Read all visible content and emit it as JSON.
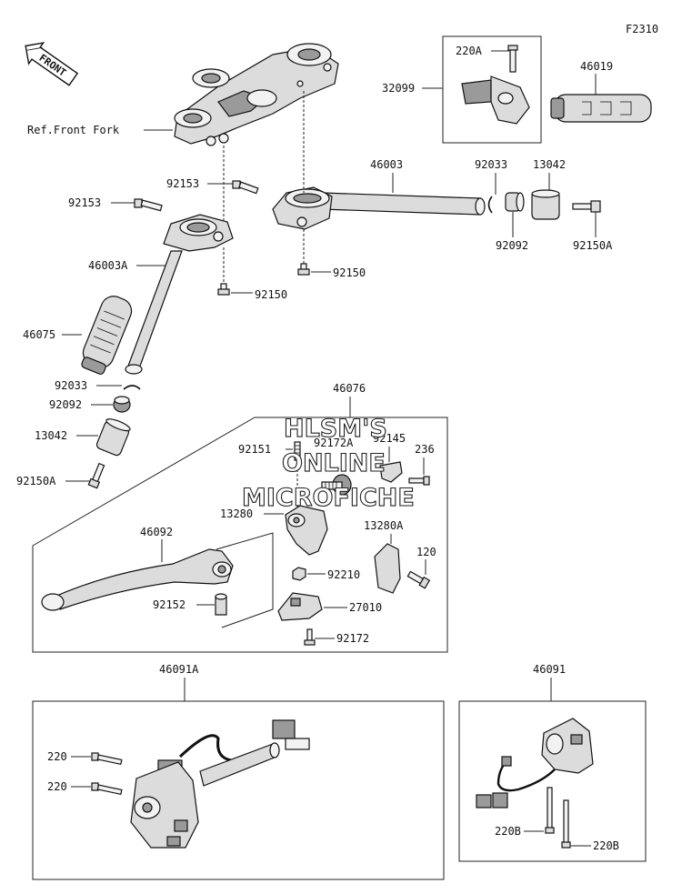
{
  "figure_id": "F2310",
  "front_arrow_label": "FRONT",
  "reference_label": "Ref.Front Fork",
  "watermark": [
    "HLSM'S",
    "ONLINE",
    "MICROFICHE"
  ],
  "part_labels": {
    "p220A": "220A",
    "p32099": "32099",
    "p46019": "46019",
    "p46003": "46003",
    "p92033_right": "92033",
    "p13042_right": "13042",
    "p92153_center": "92153",
    "p92153_left": "92153",
    "p92092_right": "92092",
    "p92150A_right": "92150A",
    "p46003A": "46003A",
    "p92150_center": "92150",
    "p92150_left": "92150",
    "p46075": "46075",
    "p92033_left": "92033",
    "p92092_left": "92092",
    "p13042_left": "13042",
    "p92150A_left": "92150A",
    "p46076": "46076",
    "p92151": "92151",
    "p92172A": "92172A",
    "p92145": "92145",
    "p236": "236",
    "p13280": "13280",
    "p13280A": "13280A",
    "p46092": "46092",
    "p120": "120",
    "p92210": "92210",
    "p92152": "92152",
    "p27010": "27010",
    "p92172": "92172",
    "p46091A": "46091A",
    "p46091": "46091",
    "p220_upper": "220",
    "p220_lower": "220",
    "p220B_left": "220B",
    "p220B_right": "220B"
  }
}
